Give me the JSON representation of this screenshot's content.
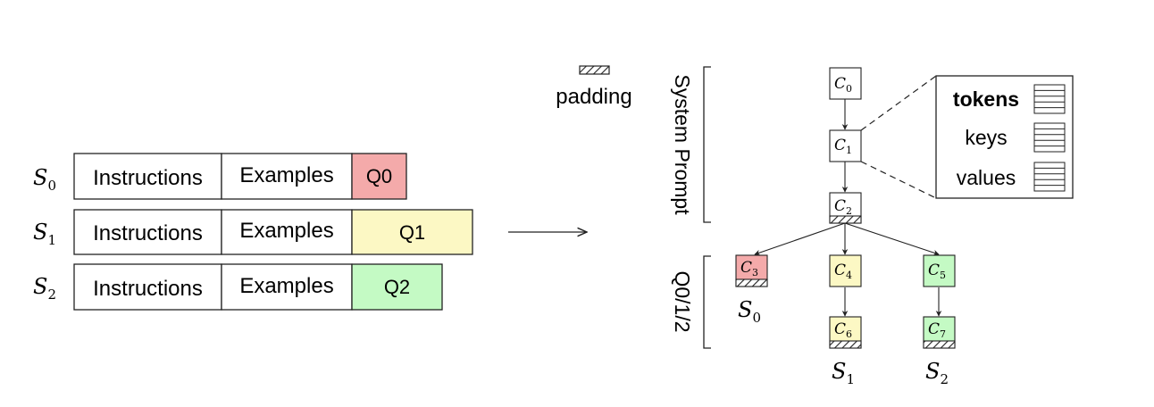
{
  "colors": {
    "q0": "#f4aaaa",
    "q1": "#fcf8c4",
    "q2": "#c4fac4",
    "stroke": "#222222",
    "white": "#ffffff"
  },
  "sequences": [
    {
      "label": "S",
      "sub": "0",
      "instructions": "Instructions",
      "examples": "Examples",
      "query": "Q0"
    },
    {
      "label": "S",
      "sub": "1",
      "instructions": "Instructions",
      "examples": "Examples",
      "query": "Q1"
    },
    {
      "label": "S",
      "sub": "2",
      "instructions": "Instructions",
      "examples": "Examples",
      "query": "Q2"
    }
  ],
  "legend": {
    "padding_label": "padding"
  },
  "brackets": {
    "system_prompt": "System Prompt",
    "queries": "Q0/1/2"
  },
  "tree": {
    "nodes": [
      {
        "id": "c0",
        "name": "C",
        "sub": "0"
      },
      {
        "id": "c1",
        "name": "C",
        "sub": "1"
      },
      {
        "id": "c2",
        "name": "C",
        "sub": "2"
      },
      {
        "id": "c3",
        "name": "C",
        "sub": "3"
      },
      {
        "id": "c4",
        "name": "C",
        "sub": "4"
      },
      {
        "id": "c5",
        "name": "C",
        "sub": "5"
      },
      {
        "id": "c6",
        "name": "C",
        "sub": "6"
      },
      {
        "id": "c7",
        "name": "C",
        "sub": "7"
      }
    ],
    "seq_labels": [
      {
        "name": "S",
        "sub": "0"
      },
      {
        "name": "S",
        "sub": "1"
      },
      {
        "name": "S",
        "sub": "2"
      }
    ]
  },
  "detail": {
    "tokens": "tokens",
    "keys": "keys",
    "values": "values"
  }
}
